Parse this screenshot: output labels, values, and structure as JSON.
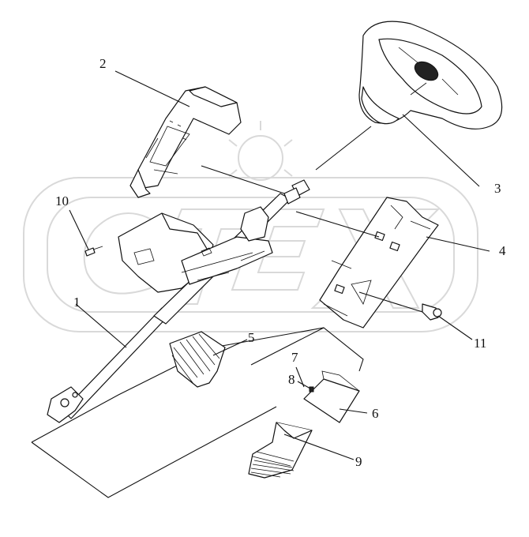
{
  "diagram": {
    "labels": [
      {
        "id": "1",
        "text": "1"
      },
      {
        "id": "2",
        "text": "2"
      },
      {
        "id": "3",
        "text": "3"
      },
      {
        "id": "4",
        "text": "4"
      },
      {
        "id": "5",
        "text": "5"
      },
      {
        "id": "6",
        "text": "6"
      },
      {
        "id": "7",
        "text": "7"
      },
      {
        "id": "8",
        "text": "8"
      },
      {
        "id": "9",
        "text": "9"
      },
      {
        "id": "10",
        "text": "10"
      },
      {
        "id": "11",
        "text": "11"
      }
    ],
    "watermark": "OTEX",
    "colors": {
      "line": "#111111",
      "watermark": "#d9d9d9",
      "background": "#ffffff"
    }
  }
}
